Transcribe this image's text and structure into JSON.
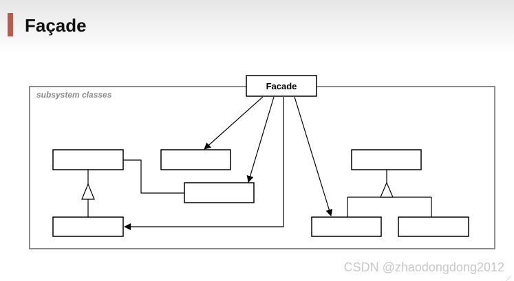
{
  "slide": {
    "title": "Façade",
    "accent_color": "#b85c4e",
    "watermark": "CSDN @zhaodongdong2012"
  },
  "diagram": {
    "facade_label": "Facade",
    "package_label": "subsystem classes",
    "colors": {
      "package_border": "#8a8a8a",
      "class_border": "#000000",
      "line": "#000000"
    }
  }
}
